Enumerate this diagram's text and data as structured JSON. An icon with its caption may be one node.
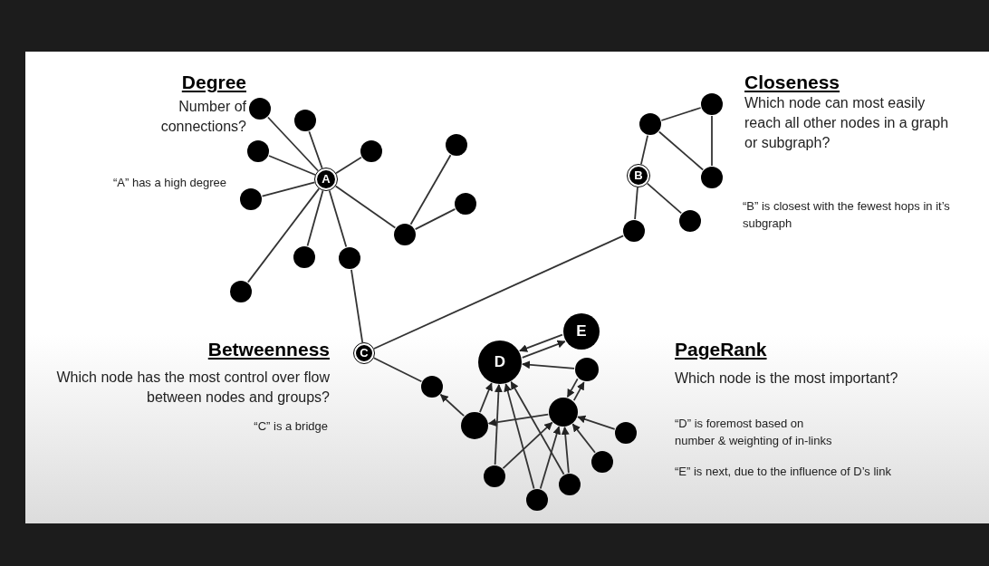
{
  "diagram": {
    "nodes": [
      {
        "text": [
          "A"
        ]
      },
      {
        "text": [],
        "shape": "circle"
      },
      {
        "text": [],
        "shape": "circle"
      },
      {
        "text": [],
        "shape": "circle"
      },
      {
        "text": [],
        "shape": "circle"
      },
      {
        "text": [],
        "shape": "circle"
      },
      {
        "text": [],
        "shape": "circle"
      },
      {
        "text": [],
        "shape": "circle"
      },
      {
        "text": [],
        "shape": "circle"
      },
      {
        "text": [],
        "shape": "circle"
      },
      {
        "text": [],
        "shape": "circle"
      },
      {
        "text": [],
        "shape": "circle"
      },
      {
        "text": [
          "B"
        ]
      },
      {
        "text": [],
        "shape": "circle"
      },
      {
        "text": [],
        "shape": "circle"
      },
      {
        "text": [],
        "shape": "circle"
      },
      {
        "text": [],
        "shape": "circle"
      },
      {
        "text": [],
        "shape": "circle"
      },
      {
        "text": [
          "C"
        ]
      },
      {
        "text": [
          "D"
        ]
      },
      {
        "text": [
          "E"
        ]
      },
      {
        "text": [],
        "shape": "circle"
      },
      {
        "text": [],
        "shape": "circle"
      },
      {
        "text": [],
        "shape": "circle"
      },
      {
        "text": [],
        "shape": "circle"
      },
      {
        "text": [],
        "shape": "circle"
      },
      {
        "text": [],
        "shape": "circle"
      },
      {
        "text": [],
        "shape": "circle"
      },
      {
        "text": [],
        "shape": "circle"
      },
      {
        "text": [],
        "shape": "circle"
      }
    ],
    "edges": [
      {
        "from": 0,
        "to": 1,
        "arrow": "none"
      },
      {
        "from": 0,
        "to": 2,
        "arrow": "none"
      },
      {
        "from": 0,
        "to": 3,
        "arrow": "none"
      },
      {
        "from": 0,
        "to": 4,
        "arrow": "none"
      },
      {
        "from": 0,
        "to": 5,
        "arrow": "none"
      },
      {
        "from": 0,
        "to": 6,
        "arrow": "none"
      },
      {
        "from": 0,
        "to": 7,
        "arrow": "none"
      },
      {
        "from": 0,
        "to": 8,
        "arrow": "none"
      },
      {
        "from": 0,
        "to": 9,
        "arrow": "none"
      },
      {
        "from": 9,
        "to": 10,
        "arrow": "none"
      },
      {
        "from": 9,
        "to": 11,
        "arrow": "none"
      },
      {
        "from": 8,
        "to": 18,
        "arrow": "none"
      },
      {
        "from": 18,
        "to": 17,
        "arrow": "none"
      },
      {
        "from": 17,
        "to": 12,
        "arrow": "none"
      },
      {
        "from": 12,
        "to": 13,
        "arrow": "none"
      },
      {
        "from": 13,
        "to": 14,
        "arrow": "none"
      },
      {
        "from": 13,
        "to": 15,
        "arrow": "none"
      },
      {
        "from": 14,
        "to": 15,
        "arrow": "none"
      },
      {
        "from": 12,
        "to": 16,
        "arrow": "none"
      },
      {
        "from": 18,
        "to": 22,
        "arrow": "none"
      },
      {
        "from": 19,
        "to": 20,
        "arrow": "to"
      },
      {
        "from": 20,
        "to": 19,
        "arrow": "to"
      },
      {
        "from": 21,
        "to": 19,
        "arrow": "to"
      },
      {
        "from": 21,
        "to": 24,
        "arrow": "to"
      },
      {
        "from": 24,
        "to": 21,
        "arrow": "to"
      },
      {
        "from": 23,
        "to": 22,
        "arrow": "to"
      },
      {
        "from": 23,
        "to": 19,
        "arrow": "to"
      },
      {
        "from": 24,
        "to": 23,
        "arrow": "to"
      },
      {
        "from": 27,
        "to": 19,
        "arrow": "to"
      },
      {
        "from": 27,
        "to": 24,
        "arrow": "to"
      },
      {
        "from": 29,
        "to": 19,
        "arrow": "to"
      },
      {
        "from": 29,
        "to": 24,
        "arrow": "to"
      },
      {
        "from": 28,
        "to": 19,
        "arrow": "to"
      },
      {
        "from": 28,
        "to": 24,
        "arrow": "to"
      },
      {
        "from": 26,
        "to": 24,
        "arrow": "to"
      },
      {
        "from": 25,
        "to": 24,
        "arrow": "to"
      }
    ],
    "labels": [
      "Degree",
      "Number of connections?",
      "“A” has a high degree",
      "Closeness",
      "Which node can most easily reach all other nodes in a graph or subgraph?",
      "“B” is closest with the fewest hops in it’s subgraph",
      "Betweenness",
      "Which node has the most control over flow between nodes and groups?",
      "“C” is a bridge",
      "PageRank",
      "Which node is the most important?",
      "“D” is foremost based on number & weighting of in-links",
      "“E” is next, due to the influence of D’s link"
    ]
  }
}
